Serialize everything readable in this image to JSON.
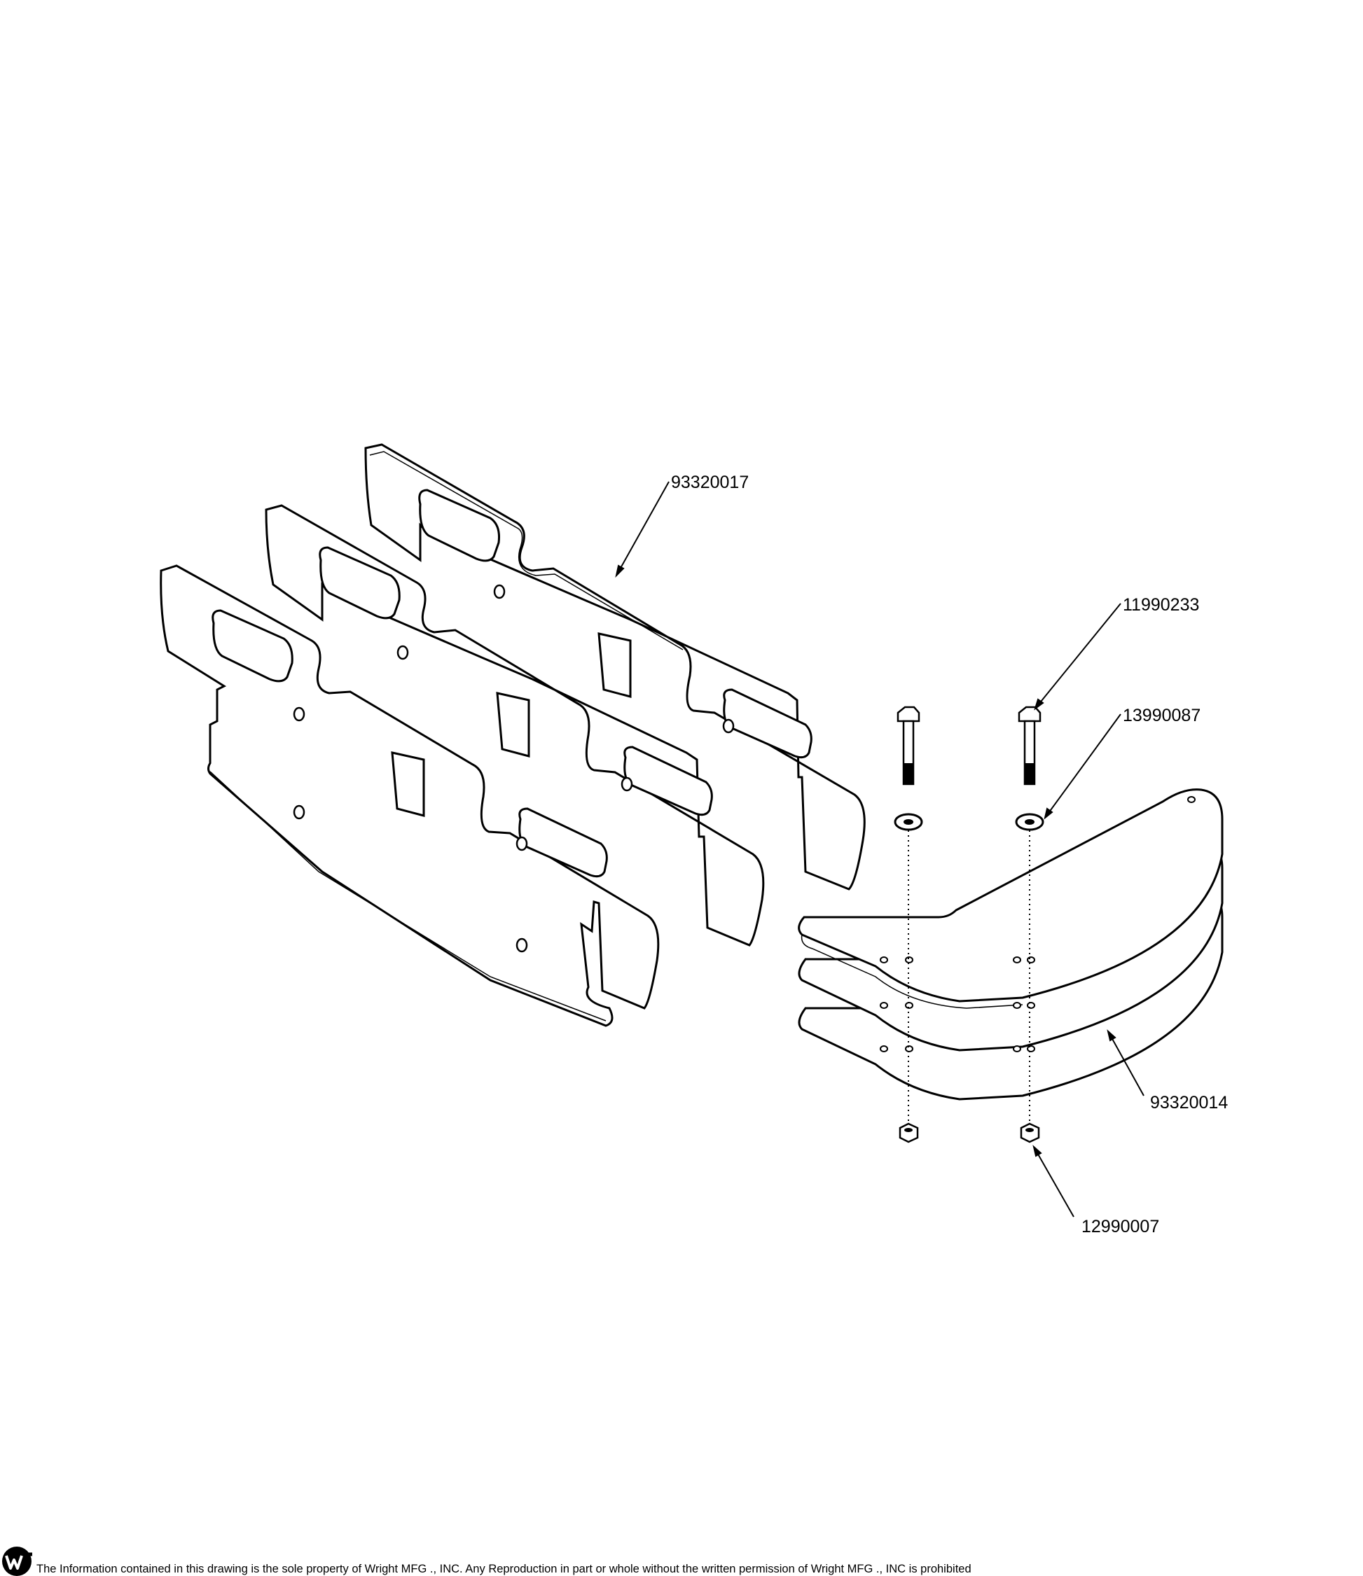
{
  "callouts": {
    "plates": "93320017",
    "bolt": "11990233",
    "washer": "13990087",
    "weights": "93320014",
    "nut": "12990007"
  },
  "footer": {
    "notice": "The Information contained in this drawing is the sole property of Wright MFG ., INC. Any Reproduction in part or whole without the written permission of Wright MFG ., INC is prohibited"
  },
  "colors": {
    "line": "#000000",
    "fill": "#ffffff"
  },
  "icons": {
    "logo": "wright-logo-icon"
  }
}
